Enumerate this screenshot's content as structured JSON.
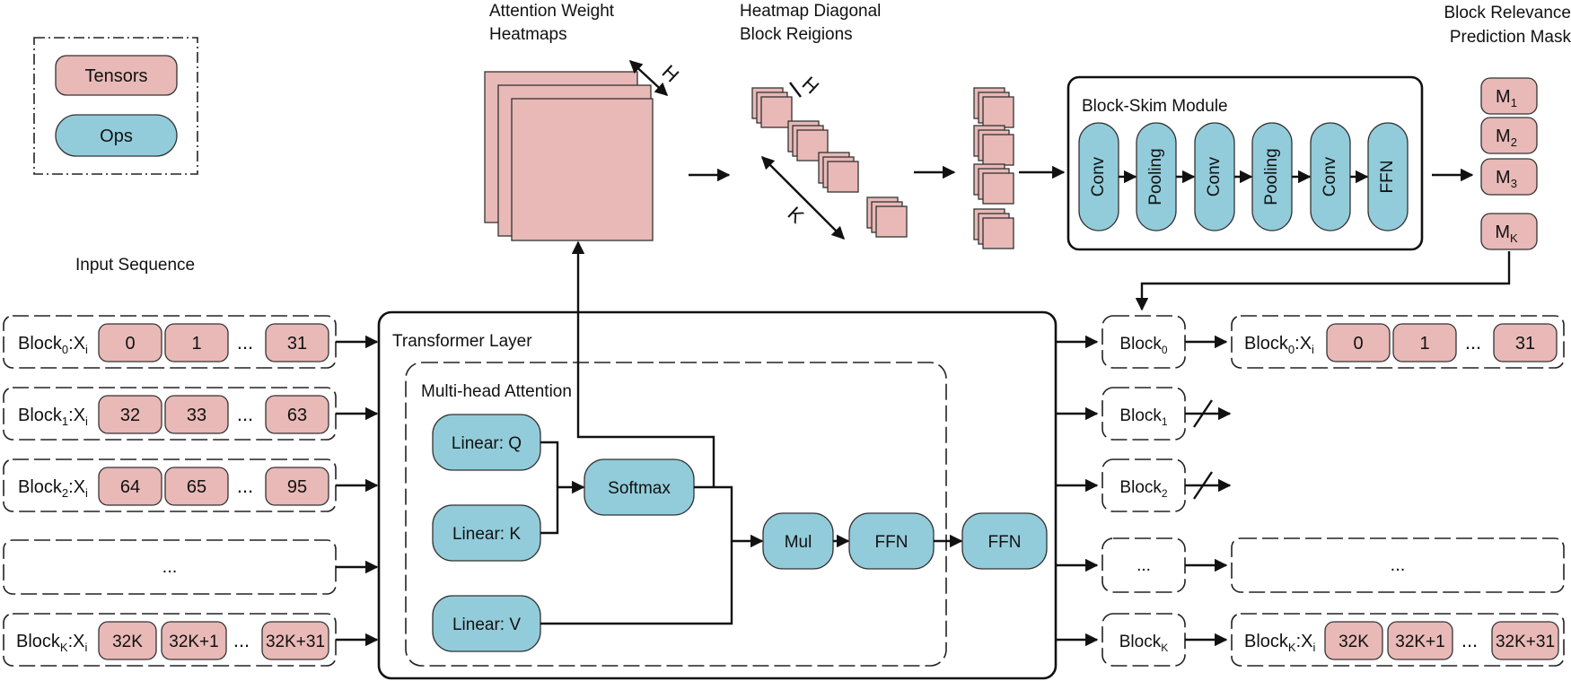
{
  "legend": {
    "tensors": "Tensors",
    "ops": "Ops"
  },
  "titles": {
    "attention_line1": "Attention Weight",
    "attention_line2": "Heatmaps",
    "diagonal_line1": "Heatmap Diagonal",
    "diagonal_line2": "Block Reigions",
    "relevance_line1": "Block Relevance",
    "relevance_line2": "Prediction Mask",
    "input_sequence": "Input Sequence",
    "transformer_layer": "Transformer Layer",
    "multi_head_attention": "Multi-head Attention",
    "block_skim_module": "Block-Skim Module"
  },
  "dims": {
    "H": "H",
    "K": "K"
  },
  "skim_ops": [
    "Conv",
    "Pooling",
    "Conv",
    "Pooling",
    "Conv",
    "FFN"
  ],
  "mask": [
    "M",
    "M",
    "M",
    "M"
  ],
  "mask_subs": [
    "1",
    "2",
    "3",
    "K"
  ],
  "attention_ops": {
    "linear_q": "Linear: Q",
    "linear_k": "Linear: K",
    "linear_v": "Linear: V",
    "softmax": "Softmax",
    "mul": "Mul",
    "ffn1": "FFN",
    "ffn2": "FFN"
  },
  "input_blocks": [
    {
      "label": "Block",
      "sub": "0",
      "suffix": ":X",
      "suffix_sub": "i",
      "tokens": [
        "0",
        "1",
        "31"
      ],
      "ellipsis": "..."
    },
    {
      "label": "Block",
      "sub": "1",
      "suffix": ":X",
      "suffix_sub": "i",
      "tokens": [
        "32",
        "33",
        "63"
      ],
      "ellipsis": "..."
    },
    {
      "label": "Block",
      "sub": "2",
      "suffix": ":X",
      "suffix_sub": "i",
      "tokens": [
        "64",
        "65",
        "95"
      ],
      "ellipsis": "..."
    },
    {
      "ellipsis_only": "..."
    },
    {
      "label": "Block",
      "sub": "K",
      "suffix": ":X",
      "suffix_sub": "i",
      "tokens": [
        "32K",
        "32K+1",
        "32K+31"
      ],
      "ellipsis": "..."
    }
  ],
  "output_blocks": [
    {
      "label": "Block",
      "sub": "0"
    },
    {
      "label": "Block",
      "sub": "1"
    },
    {
      "label": "Block",
      "sub": "2"
    },
    {
      "ellipsis_only": "..."
    },
    {
      "label": "Block",
      "sub": "K"
    }
  ],
  "kept_blocks": [
    {
      "label": "Block",
      "sub": "0",
      "suffix": ":X",
      "suffix_sub": "i",
      "tokens": [
        "0",
        "1",
        "31"
      ],
      "ellipsis": "..."
    },
    {
      "ellipsis_only": "..."
    },
    {
      "label": "Block",
      "sub": "K",
      "suffix": ":X",
      "suffix_sub": "i",
      "tokens": [
        "32K",
        "32K+1",
        "32K+31"
      ],
      "ellipsis": "..."
    }
  ]
}
